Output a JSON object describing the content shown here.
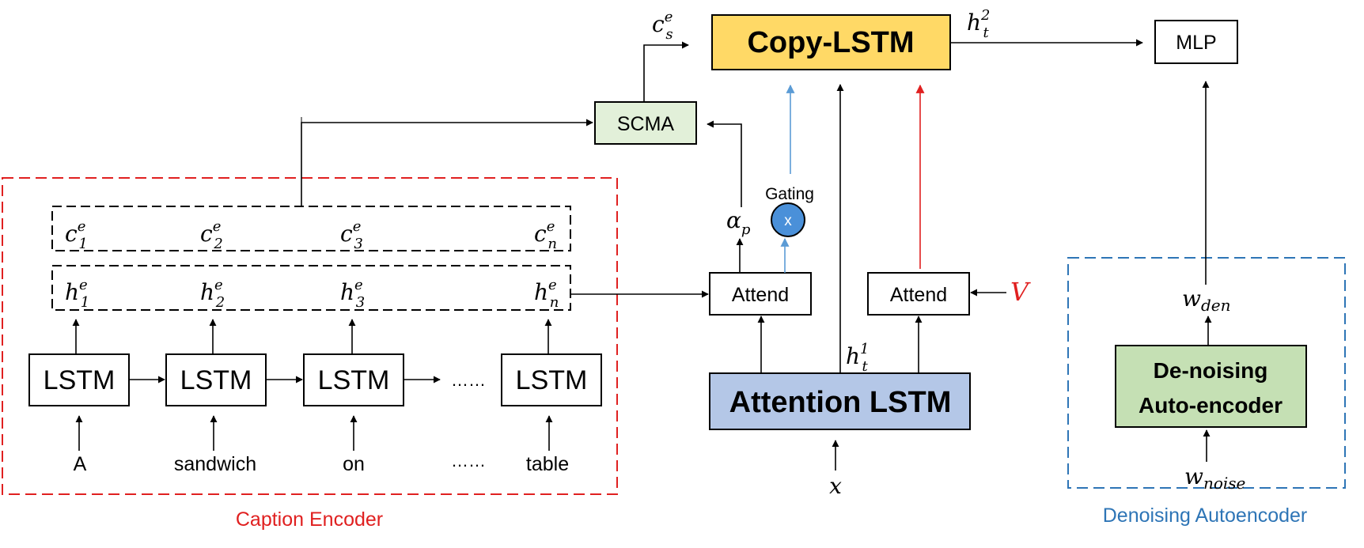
{
  "nodes": {
    "copy_lstm": "Copy-LSTM",
    "mlp": "MLP",
    "scma": "SCMA",
    "gating_label": "Gating",
    "gating_symbol": "x",
    "attend_left": "Attend",
    "attend_right": "Attend",
    "attention_lstm": "Attention LSTM",
    "denoise_line1": "De-noising",
    "denoise_line2": "Auto-encoder",
    "lstm_cells": [
      "LSTM",
      "LSTM",
      "LSTM",
      "LSTM"
    ],
    "lstm_ellipsis": "……",
    "word_ellipsis": "……"
  },
  "inputs": [
    "A",
    "sandwich",
    "on",
    "table"
  ],
  "symbols": {
    "c_base": "c",
    "h_base": "h",
    "e_sup": "e",
    "c_subs": [
      "1",
      "2",
      "3",
      "n"
    ],
    "h_subs": [
      "1",
      "2",
      "3",
      "n"
    ],
    "cs_sub": "s",
    "h_t": "h",
    "t_sub": "t",
    "ht2_sup": "2",
    "ht1_sup": "1",
    "alpha": "α",
    "alpha_sub": "p",
    "V": "V",
    "x": "x",
    "w": "w",
    "w_den_sub": "den",
    "w_noise_sub": "noise"
  },
  "groups": {
    "caption_encoder": "Caption Encoder",
    "denoising_autoencoder": "Denoising Autoencoder"
  },
  "colors": {
    "copy_lstm_fill": "#FFD966",
    "attention_lstm_fill": "#B4C7E7",
    "scma_fill": "#E2F0D9",
    "denoise_fill": "#C5E0B4",
    "gating_fill": "#4A90D9",
    "red": "#E02020",
    "blue_dash": "#2E75B6",
    "blue_arrow": "#5B9BD5"
  }
}
